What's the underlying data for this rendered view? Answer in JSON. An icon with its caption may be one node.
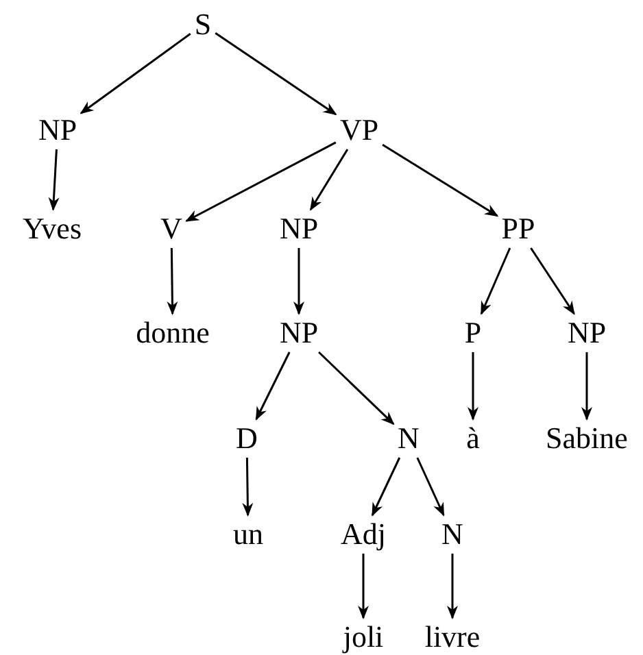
{
  "diagram": {
    "nodes": [
      {
        "text": [
          "S"
        ]
      },
      {
        "text": [
          "NP"
        ]
      },
      {
        "text": [
          "VP"
        ]
      },
      {
        "text": [
          "Yves"
        ]
      },
      {
        "text": [
          "V"
        ]
      },
      {
        "text": [
          "NP"
        ]
      },
      {
        "text": [
          "PP"
        ]
      },
      {
        "text": [
          "donne"
        ]
      },
      {
        "text": [
          "NP"
        ]
      },
      {
        "text": [
          "P"
        ]
      },
      {
        "text": [
          "NP"
        ]
      },
      {
        "text": [
          "D"
        ]
      },
      {
        "text": [
          "N"
        ]
      },
      {
        "text": [
          "à"
        ]
      },
      {
        "text": [
          "Sabine"
        ]
      },
      {
        "text": [
          "un"
        ]
      },
      {
        "text": [
          "Adj"
        ]
      },
      {
        "text": [
          "N"
        ]
      },
      {
        "text": [
          "joli"
        ]
      },
      {
        "text": [
          "livre"
        ]
      }
    ],
    "edges": [
      {
        "from": 0,
        "to": 1,
        "arrow": "to"
      },
      {
        "from": 0,
        "to": 2,
        "arrow": "to"
      },
      {
        "from": 1,
        "to": 3,
        "arrow": "to"
      },
      {
        "from": 2,
        "to": 4,
        "arrow": "to"
      },
      {
        "from": 2,
        "to": 5,
        "arrow": "to"
      },
      {
        "from": 2,
        "to": 6,
        "arrow": "to"
      },
      {
        "from": 4,
        "to": 7,
        "arrow": "to"
      },
      {
        "from": 5,
        "to": 8,
        "arrow": "to"
      },
      {
        "from": 6,
        "to": 9,
        "arrow": "to"
      },
      {
        "from": 6,
        "to": 10,
        "arrow": "to"
      },
      {
        "from": 8,
        "to": 11,
        "arrow": "to"
      },
      {
        "from": 8,
        "to": 12,
        "arrow": "to"
      },
      {
        "from": 9,
        "to": 13,
        "arrow": "to"
      },
      {
        "from": 10,
        "to": 14,
        "arrow": "to"
      },
      {
        "from": 11,
        "to": 15,
        "arrow": "to"
      },
      {
        "from": 12,
        "to": 16,
        "arrow": "to"
      },
      {
        "from": 12,
        "to": 17,
        "arrow": "to"
      },
      {
        "from": 16,
        "to": 18,
        "arrow": "to"
      },
      {
        "from": 17,
        "to": 19,
        "arrow": "to"
      }
    ]
  }
}
